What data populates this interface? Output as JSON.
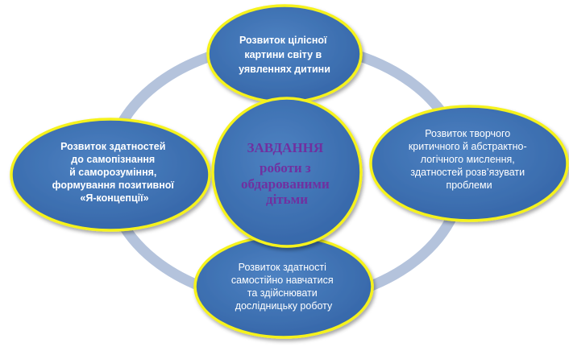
{
  "colors": {
    "ring": "#b4c3dc",
    "node_fill": "#3a6fb0",
    "node_stroke": "#f5f21d",
    "node_text": "#ffffff",
    "center_text": "#7030a0"
  },
  "center": {
    "lines": [
      "ЗАВДАННЯ",
      "роботи з",
      "обдарованими",
      "дітьми"
    ]
  },
  "nodes": {
    "top": {
      "lines": [
        "Розвиток цілісної",
        "картини світу в",
        "уявленнях дитини"
      ]
    },
    "left": {
      "lines": [
        "Розвиток здатностей",
        "до самопізнання",
        "й саморозуміння,",
        "формування позитивної",
        "«Я-концепції»"
      ]
    },
    "right": {
      "lines": [
        "Розвиток творчого",
        "критичного й абстрактно-",
        "логічного мислення,",
        "здатностей розв’язувати",
        "проблеми"
      ]
    },
    "bottom": {
      "lines": [
        "Розвиток здатності",
        "самостійно навчатися",
        "та здійснювати",
        "дослідницьку роботу"
      ]
    }
  }
}
